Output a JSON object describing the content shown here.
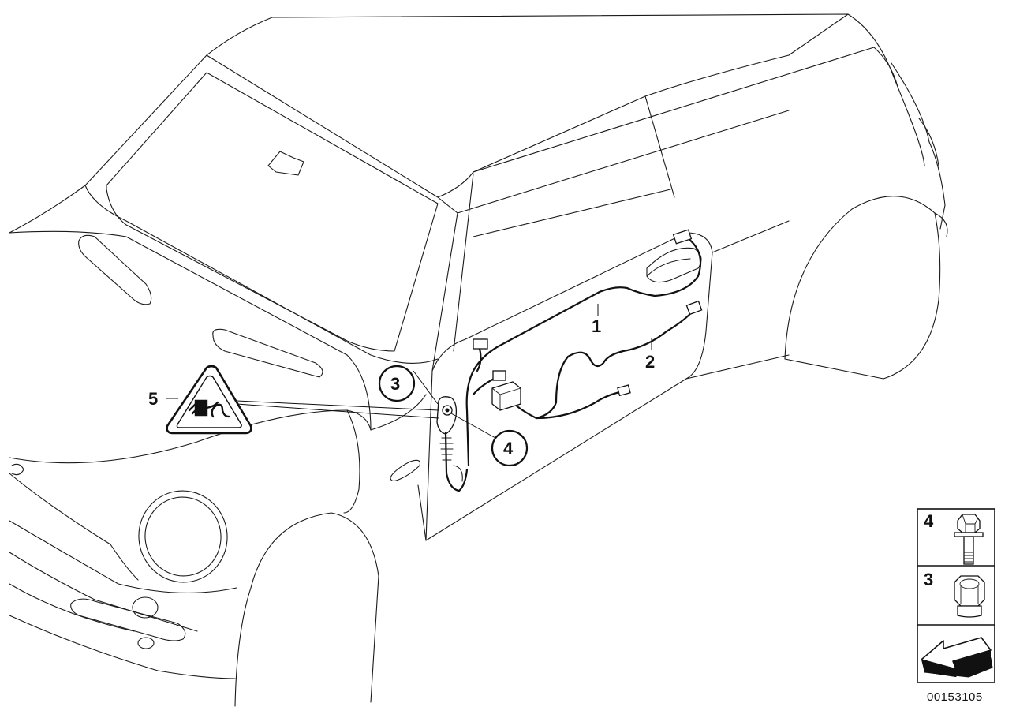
{
  "labels": {
    "part_1": "1",
    "part_2": "2",
    "part_3": "3",
    "part_4": "4",
    "part_5": "5"
  },
  "legend": {
    "row_bolt_label": "4",
    "row_nut_label": "3"
  },
  "document_number": "00153105",
  "icons": [
    "warning-triangle-plug-icon",
    "bolt-icon",
    "nut-icon",
    "direction-arrow-icon"
  ]
}
